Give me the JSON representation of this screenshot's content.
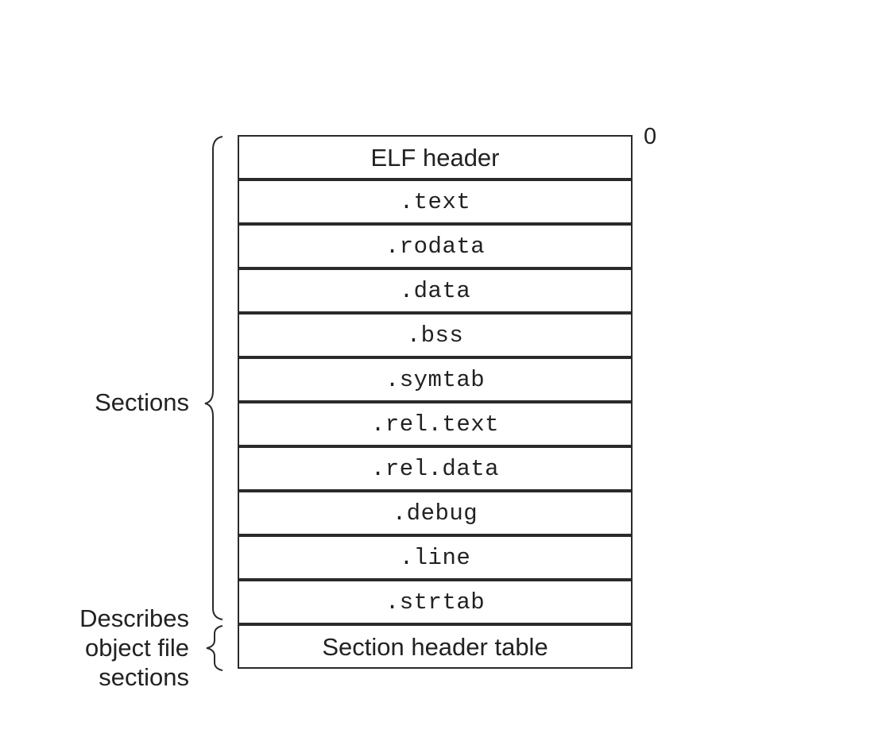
{
  "offset_label": "0",
  "rows": [
    {
      "label": "ELF header",
      "font": "sans"
    },
    {
      "label": ".text",
      "font": "mono"
    },
    {
      "label": ".rodata",
      "font": "mono"
    },
    {
      "label": ".data",
      "font": "mono"
    },
    {
      "label": ".bss",
      "font": "mono"
    },
    {
      "label": ".symtab",
      "font": "mono"
    },
    {
      "label": ".rel.text",
      "font": "mono"
    },
    {
      "label": ".rel.data",
      "font": "mono"
    },
    {
      "label": ".debug",
      "font": "mono"
    },
    {
      "label": ".line",
      "font": "mono"
    },
    {
      "label": ".strtab",
      "font": "mono"
    },
    {
      "label": "Section header table",
      "font": "sans"
    }
  ],
  "braces": {
    "sections": {
      "label": "Sections"
    },
    "describes": {
      "lines": [
        "Describes",
        "object file",
        "sections"
      ]
    }
  }
}
